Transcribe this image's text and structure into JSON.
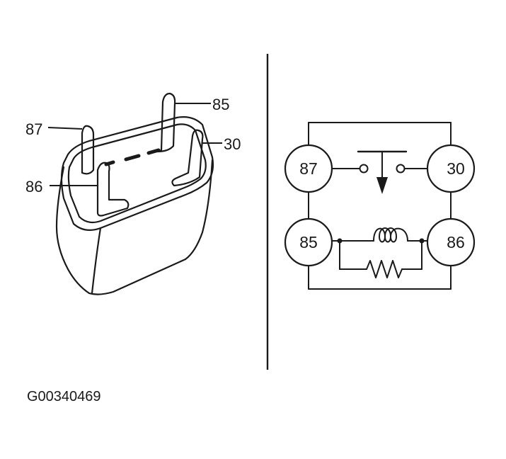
{
  "relay_pin_labels": {
    "p87": "87",
    "p85": "85",
    "p30": "30",
    "p86": "86"
  },
  "schematic_terminals": {
    "t87": "87",
    "t30": "30",
    "t85": "85",
    "t86": "86"
  },
  "figure_id": "G00340469"
}
